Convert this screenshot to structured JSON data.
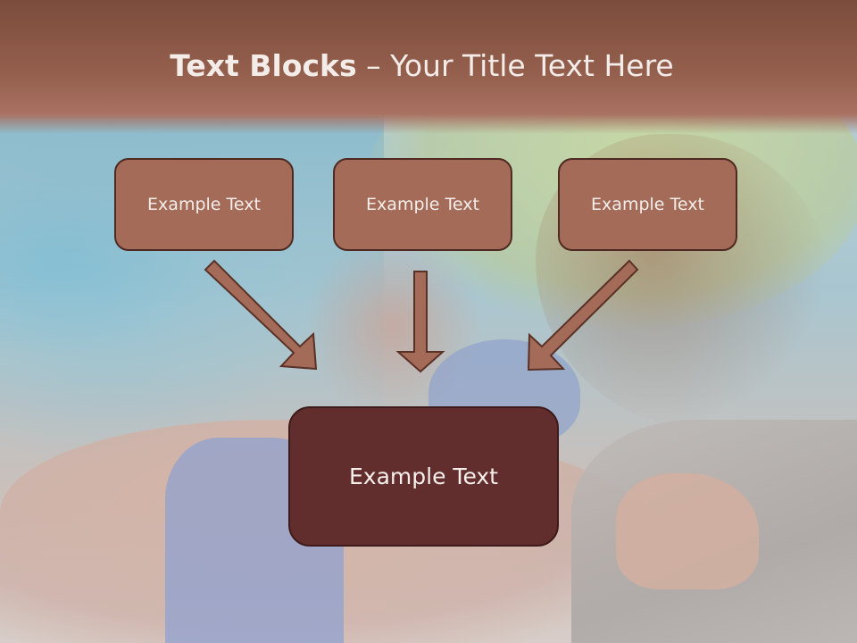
{
  "slide": {
    "title_bold": "Text Blocks",
    "title_dash": " – ",
    "title_rest": "Your Title Text Here",
    "boxes": [
      {
        "label": "Example Text"
      },
      {
        "label": "Example Text"
      },
      {
        "label": "Example Text"
      }
    ],
    "main_box": {
      "label": "Example Text"
    }
  },
  "colors": {
    "title_bar": "#8c5746",
    "box_fill": "#a36b58",
    "box_border": "#4e2a22",
    "main_fill": "#622e2d",
    "arrow_fill": "#a36b58"
  }
}
